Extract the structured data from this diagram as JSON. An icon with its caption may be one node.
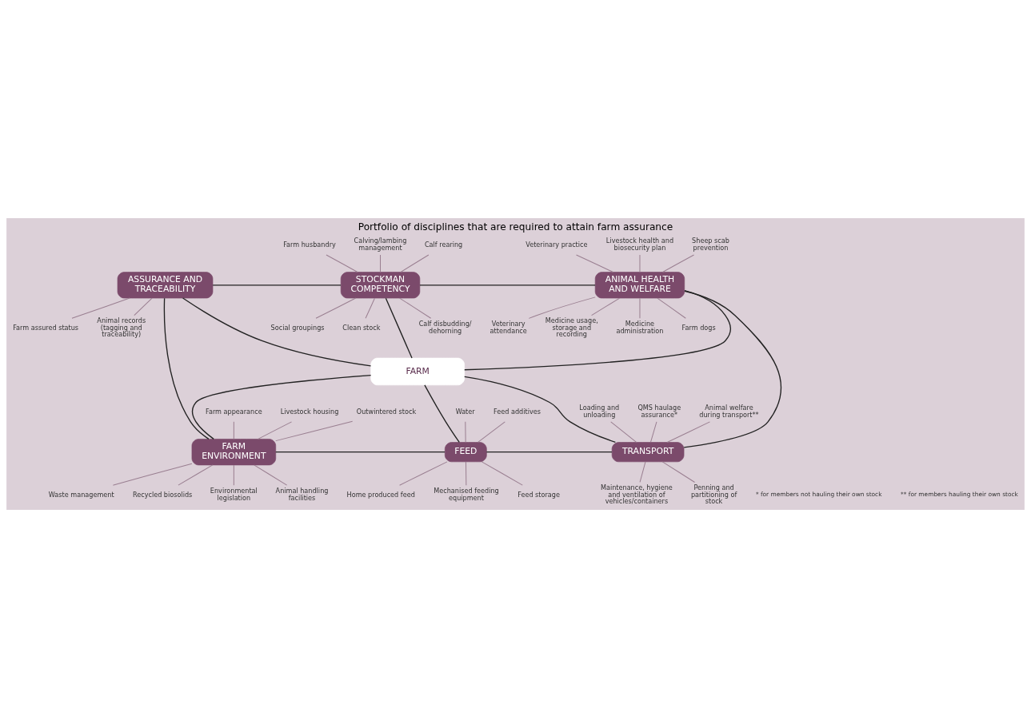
{
  "diagram": {
    "title": "Portfolio of disciplines that are required to attain farm assurance",
    "nodes": [
      {
        "text": [
          "FARM"
        ]
      },
      {
        "text": [
          "ASSURANCE AND TRACEABILITY"
        ]
      },
      {
        "text": [
          "STOCKMAN COMPETENCY"
        ]
      },
      {
        "text": [
          "ANIMAL HEALTH AND WELFARE"
        ]
      },
      {
        "text": [
          "FARM ENVIRONMENT"
        ]
      },
      {
        "text": [
          "FEED"
        ]
      },
      {
        "text": [
          "TRANSPORT"
        ]
      },
      {
        "text": [
          "Farm husbandry"
        ]
      },
      {
        "text": [
          "Calving/lambing management"
        ]
      },
      {
        "text": [
          "Calf rearing"
        ]
      },
      {
        "text": [
          "Calf disbudding/ dehorning"
        ]
      },
      {
        "text": [
          "Social groupings"
        ]
      },
      {
        "text": [
          "Clean stock"
        ]
      },
      {
        "text": [
          "Farm assured status"
        ]
      },
      {
        "text": [
          "Animal records (tagging and traceability)"
        ]
      },
      {
        "text": [
          "Veterinary practice"
        ]
      },
      {
        "text": [
          "Livestock health and biosecurity plan"
        ]
      },
      {
        "text": [
          "Sheep scab prevention"
        ]
      },
      {
        "text": [
          "Veterinary attendance"
        ]
      },
      {
        "text": [
          "Medicine usage, storage and recording"
        ]
      },
      {
        "text": [
          "Medicine administration"
        ]
      },
      {
        "text": [
          "Farm dogs"
        ]
      },
      {
        "text": [
          "Farm appearance"
        ]
      },
      {
        "text": [
          "Livestock housing"
        ]
      },
      {
        "text": [
          "Outwintered stock"
        ]
      },
      {
        "text": [
          "Animal handling facilities"
        ]
      },
      {
        "text": [
          "Waste management"
        ]
      },
      {
        "text": [
          "Recycled biosolids"
        ]
      },
      {
        "text": [
          "Environmental legislation"
        ]
      },
      {
        "text": [
          "Water"
        ]
      },
      {
        "text": [
          "Feed additives"
        ]
      },
      {
        "text": [
          "Home produced feed"
        ]
      },
      {
        "text": [
          "Mechanised feeding equipment"
        ]
      },
      {
        "text": [
          "Feed storage"
        ]
      },
      {
        "text": [
          "Loading and unloading"
        ]
      },
      {
        "text": [
          "QMS haulage assurance*"
        ]
      },
      {
        "text": [
          "Animal welfare during transport**"
        ]
      },
      {
        "text": [
          "Penning and partitioning of stock"
        ]
      },
      {
        "text": [
          "Maintenance, hygiene and ventilation of vehicles/containers"
        ]
      }
    ],
    "edges": [
      {
        "from": 1,
        "to": 2,
        "arrow": "none",
        "color": "#222222"
      },
      {
        "from": 2,
        "to": 3,
        "arrow": "none",
        "color": "#222222"
      },
      {
        "from": 1,
        "to": 4,
        "arrow": "none",
        "color": "#222222"
      },
      {
        "from": 3,
        "to": 6,
        "arrow": "none",
        "color": "#222222"
      },
      {
        "from": 4,
        "to": 5,
        "arrow": "none",
        "color": "#222222"
      },
      {
        "from": 5,
        "to": 6,
        "arrow": "none",
        "color": "#222222"
      },
      {
        "from": 1,
        "to": 0,
        "arrow": "none",
        "color": "#222222"
      },
      {
        "from": 2,
        "to": 0,
        "arrow": "none",
        "color": "#222222"
      },
      {
        "from": 3,
        "to": 0,
        "arrow": "none",
        "color": "#222222"
      },
      {
        "from": 0,
        "to": 4,
        "arrow": "none",
        "color": "#222222"
      },
      {
        "from": 0,
        "to": 5,
        "arrow": "none",
        "color": "#222222"
      },
      {
        "from": 0,
        "to": 6,
        "arrow": "none",
        "color": "#222222"
      },
      {
        "from": 7,
        "to": 2,
        "arrow": "none"
      },
      {
        "from": 8,
        "to": 2,
        "arrow": "none"
      },
      {
        "from": 9,
        "to": 2,
        "arrow": "none"
      },
      {
        "from": 2,
        "to": 10,
        "arrow": "none"
      },
      {
        "from": 2,
        "to": 11,
        "arrow": "none"
      },
      {
        "from": 2,
        "to": 12,
        "arrow": "none"
      },
      {
        "from": 1,
        "to": 13,
        "arrow": "none"
      },
      {
        "from": 1,
        "to": 14,
        "arrow": "none"
      },
      {
        "from": 15,
        "to": 3,
        "arrow": "none"
      },
      {
        "from": 16,
        "to": 3,
        "arrow": "none"
      },
      {
        "from": 17,
        "to": 3,
        "arrow": "none"
      },
      {
        "from": 3,
        "to": 18,
        "arrow": "none"
      },
      {
        "from": 3,
        "to": 19,
        "arrow": "none"
      },
      {
        "from": 3,
        "to": 20,
        "arrow": "none"
      },
      {
        "from": 3,
        "to": 21,
        "arrow": "none"
      },
      {
        "from": 22,
        "to": 4,
        "arrow": "none"
      },
      {
        "from": 23,
        "to": 4,
        "arrow": "none"
      },
      {
        "from": 24,
        "to": 4,
        "arrow": "none"
      },
      {
        "from": 4,
        "to": 25,
        "arrow": "none"
      },
      {
        "from": 4,
        "to": 26,
        "arrow": "none"
      },
      {
        "from": 4,
        "to": 27,
        "arrow": "none"
      },
      {
        "from": 4,
        "to": 28,
        "arrow": "none"
      },
      {
        "from": 29,
        "to": 5,
        "arrow": "none"
      },
      {
        "from": 30,
        "to": 5,
        "arrow": "none"
      },
      {
        "from": 5,
        "to": 31,
        "arrow": "none"
      },
      {
        "from": 5,
        "to": 32,
        "arrow": "none"
      },
      {
        "from": 5,
        "to": 33,
        "arrow": "none"
      },
      {
        "from": 34,
        "to": 6,
        "arrow": "none"
      },
      {
        "from": 35,
        "to": 6,
        "arrow": "none"
      },
      {
        "from": 36,
        "to": 6,
        "arrow": "none"
      },
      {
        "from": 6,
        "to": 37,
        "arrow": "none"
      },
      {
        "from": 6,
        "to": 38,
        "arrow": "none"
      }
    ],
    "labels": [
      "* for members not hauling their own stock",
      "** for members hauling their own stock"
    ]
  }
}
